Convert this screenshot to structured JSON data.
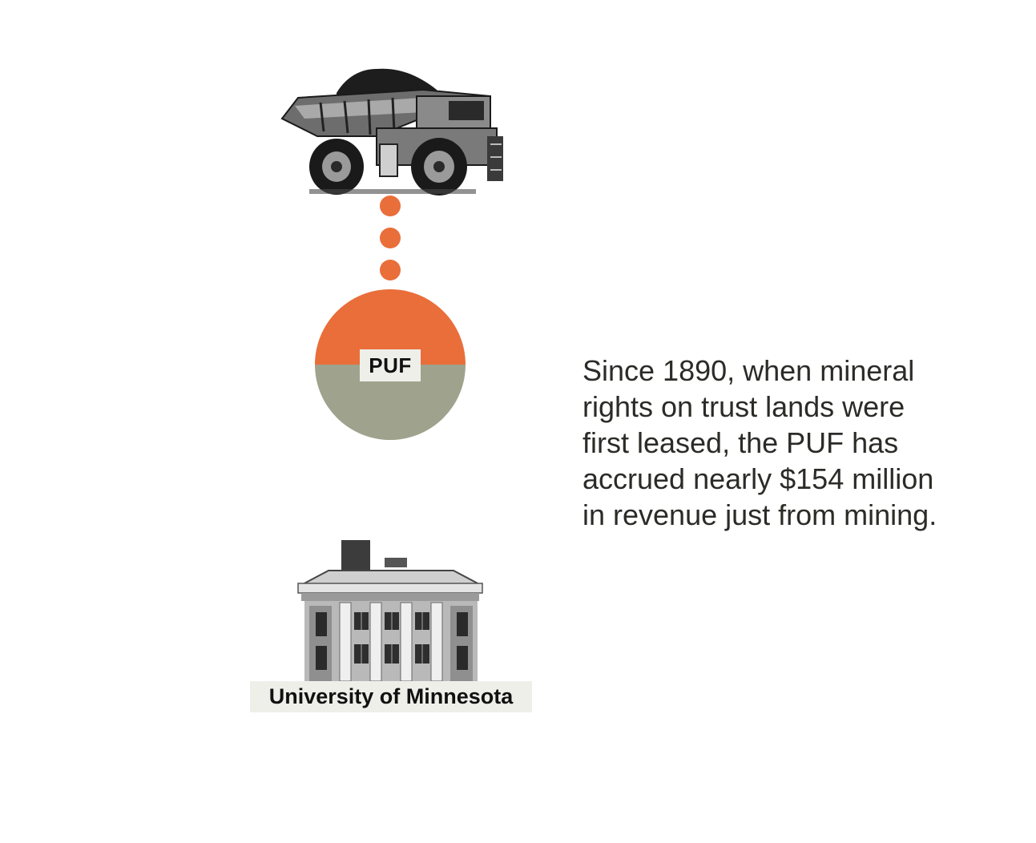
{
  "diagram": {
    "nodes": {
      "source": {
        "icon": "mining-truck-icon"
      },
      "fund": {
        "label": "PUF",
        "colors": {
          "top": "#e96e3a",
          "bottom": "#9fa38d"
        }
      },
      "beneficiary": {
        "icon": "university-building-icon",
        "label": "University of Minnesota"
      }
    },
    "connector": {
      "color": "#e96e3a",
      "dots": 3
    }
  },
  "caption": {
    "lines": [
      "Since 1890, when mineral",
      "rights on trust lands were",
      "first leased, the PUF has",
      "accrued nearly $154 million",
      "in revenue just from mining."
    ]
  }
}
